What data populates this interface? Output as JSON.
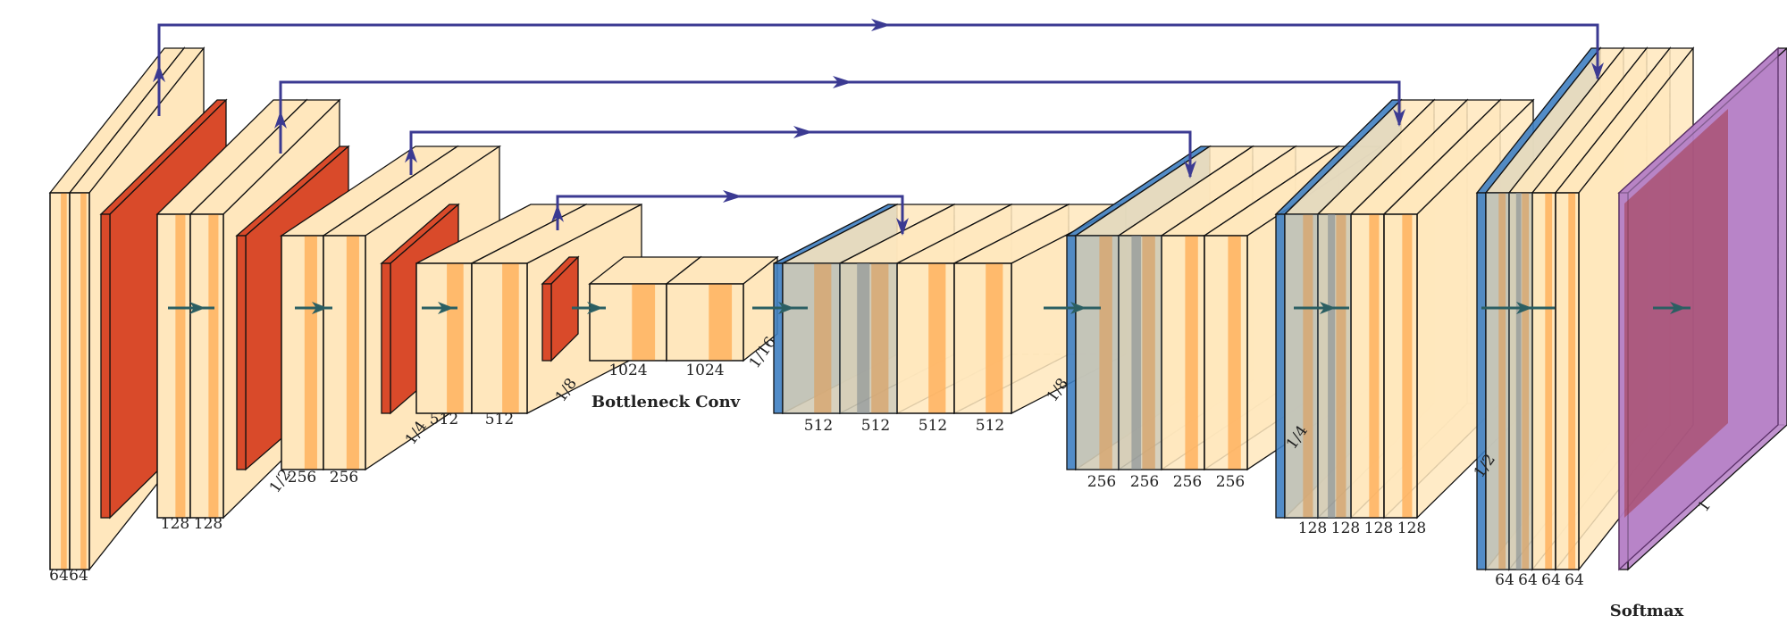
{
  "colors": {
    "conv": "#ffe7bd",
    "conv_band": "#ffb25e",
    "pool": "#d94a2a",
    "unpool": "#3f7fc2",
    "concat": "#8b8b8b",
    "softmax": "#b57fc6",
    "skip_arrow": "#3b3a92",
    "flow_arrow": "#2b5f63"
  },
  "encoder": [
    {
      "id": "e1",
      "channels": [
        "64",
        "64"
      ],
      "res": ""
    },
    {
      "id": "e2",
      "channels": [
        "128",
        "128"
      ],
      "res": "1/2"
    },
    {
      "id": "e3",
      "channels": [
        "256",
        "256"
      ],
      "res": "1/4"
    },
    {
      "id": "e4",
      "channels": [
        "512",
        "512"
      ],
      "res": "1/8"
    }
  ],
  "bottleneck": {
    "channels": [
      "1024",
      "1024"
    ],
    "res": "1/16",
    "caption": "Bottleneck Conv"
  },
  "decoder": [
    {
      "id": "d4",
      "channels": [
        "512",
        "512",
        "512",
        "512"
      ],
      "res": "1/8"
    },
    {
      "id": "d3",
      "channels": [
        "256",
        "256",
        "256",
        "256"
      ],
      "res": "1/4"
    },
    {
      "id": "d2",
      "channels": [
        "128",
        "128",
        "128",
        "128"
      ],
      "res": "1/2"
    },
    {
      "id": "d1",
      "channels": [
        "64",
        "64",
        "64",
        "64"
      ],
      "res": ""
    }
  ],
  "softmax": {
    "res": "1",
    "caption": "Softmax"
  }
}
